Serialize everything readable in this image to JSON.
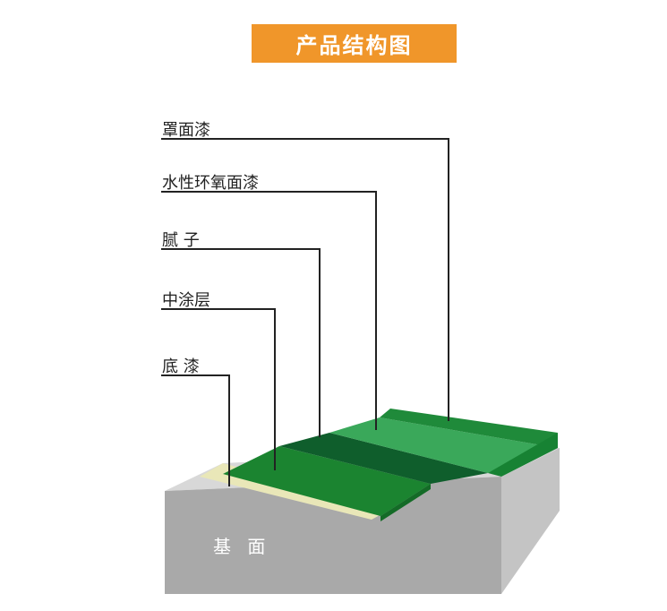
{
  "title": "产品结构图",
  "layers": [
    {
      "key": "topcoat",
      "label": "罩面漆"
    },
    {
      "key": "waterborne_epoxy_topcoat",
      "label": "水性环氧面漆"
    },
    {
      "key": "putty",
      "label": "腻 子"
    },
    {
      "key": "middle_coat",
      "label": "中涂层"
    },
    {
      "key": "primer",
      "label": "底 漆"
    }
  ],
  "substrate": {
    "label": "基 面"
  },
  "colors": {
    "banner": "#f0962a",
    "topcoat": "#1f8a3a",
    "waterborne_epoxy_topcoat": "#3aa85a",
    "putty": "#0f5e2c",
    "middle_coat": "#1b8430",
    "primer": "#e9e7b8",
    "substrate_top": "#d8d8d8",
    "substrate_front": "#a9a9a9",
    "substrate_side": "#c4c4c4"
  }
}
